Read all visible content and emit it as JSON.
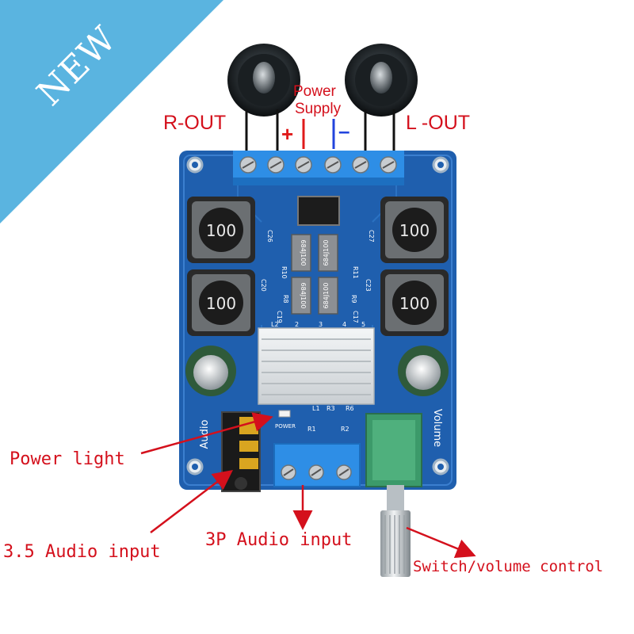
{
  "badge": {
    "text": "NEW",
    "color": "#5ab4e0"
  },
  "labels": {
    "r_out": "R-OUT",
    "l_out": "L -OUT",
    "power_supply_line1": "Power",
    "power_supply_line2": "Supply",
    "plus": "+",
    "minus": "–",
    "power_light": "Power  light",
    "audio_35": "3.5 Audio input",
    "audio_3p": "3P Audio input",
    "switch_volume": "Switch/volume control"
  },
  "board_print": {
    "inductor_code": "100",
    "capacitor_code": "684J100",
    "audio": "Audio",
    "volume": "Volume",
    "power": "POWER",
    "refs": [
      "C26",
      "C27",
      "R10",
      "R11",
      "C20",
      "C23",
      "C19",
      "C17",
      "R8",
      "R9",
      "R1",
      "R2",
      "R3",
      "R6",
      "L1",
      "L2",
      "2",
      "3",
      "4",
      "5"
    ]
  },
  "colors": {
    "label_red": "#d4101c",
    "board_blue": "#1f5fae",
    "terminal_blue": "#2e8ee6",
    "potentiometer_green": "#3c9a6a",
    "plus_red": "#e01a1a",
    "minus_blue": "#2244dd"
  }
}
